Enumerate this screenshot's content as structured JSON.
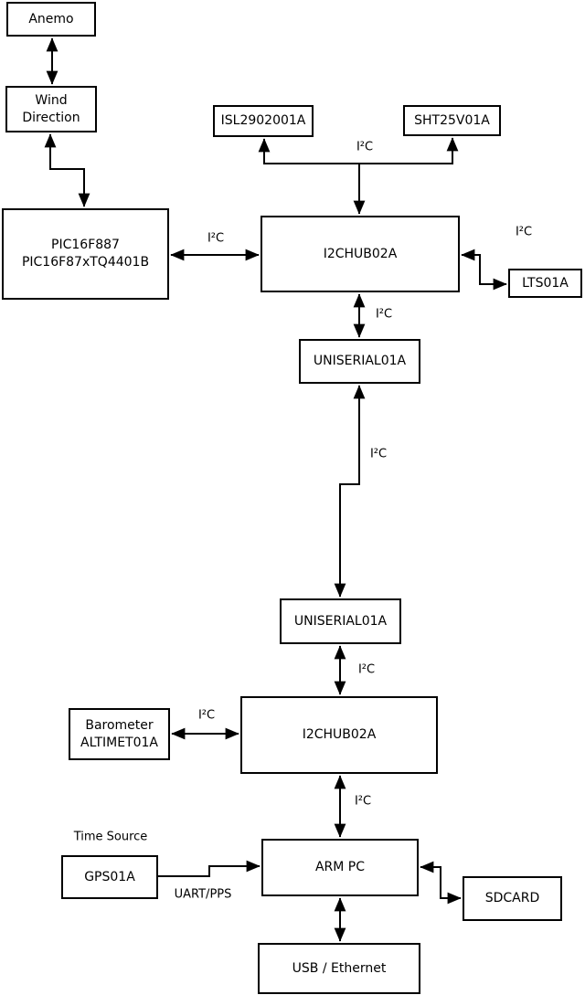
{
  "diagram": {
    "background_color": "#ffffff",
    "line_color": "#000000",
    "nodes": {
      "anemo": {
        "label": "Anemo"
      },
      "wind": {
        "line1": "Wind",
        "line2": "Direction"
      },
      "pic": {
        "line1": "PIC16F887",
        "line2": "PIC16F87xTQ4401B"
      },
      "isl": {
        "label": "ISL2902001A"
      },
      "sht": {
        "label": "SHT25V01A"
      },
      "hub1": {
        "label": "I2CHUB02A"
      },
      "lts": {
        "label": "LTS01A"
      },
      "uniserial1": {
        "label": "UNISERIAL01A"
      },
      "uniserial2": {
        "label": "UNISERIAL01A"
      },
      "hub2": {
        "label": "I2CHUB02A"
      },
      "barometer": {
        "line1": "Barometer",
        "line2": "ALTIMET01A"
      },
      "armpc": {
        "label": "ARM PC"
      },
      "gps": {
        "label": "GPS01A"
      },
      "sdcard": {
        "label": "SDCARD"
      },
      "usb": {
        "label": "USB / Ethernet"
      }
    },
    "edge_labels": {
      "i2c_top": "I²C",
      "i2c_pic_hub1": "I²C",
      "i2c_hub1_lts": "I²C",
      "i2c_hub1_uni1": "I²C",
      "i2c_uni1_uni2": "I²C",
      "i2c_uni2_hub2": "I²C",
      "i2c_baro_hub2": "I²C",
      "i2c_hub2_armpc": "I²C",
      "time_source": "Time Source",
      "uart_pps": "UART/PPS"
    }
  }
}
